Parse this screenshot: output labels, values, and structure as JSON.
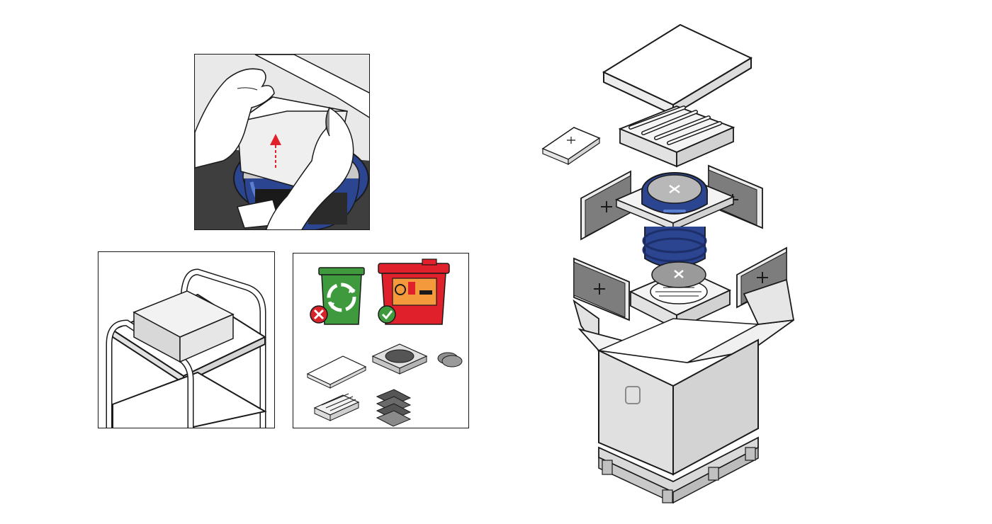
{
  "colors": {
    "outline": "#1a1a1a",
    "container_blue": "#2b4590",
    "container_blue_dark": "#1c2f6b",
    "container_blue_light": "#5b7fd0",
    "recycle_bin_green": "#3f9a3e",
    "biohazard_bin_red": "#e0202a",
    "biohazard_label_orange": "#f59a3c",
    "reject_mark_red": "#d8232a",
    "accept_mark_green": "#3f9a3e",
    "arrow_red": "#e0202a",
    "packing_grey": "#e6e6e6",
    "dark_grey": "#4a4a4a",
    "foam_grey": "#9a9a9a"
  },
  "panels": [
    {
      "id": "hands",
      "icons": [
        "gloved-hand-icon",
        "liner-sheet-icon",
        "lift-arrow-icon"
      ]
    },
    {
      "id": "cart",
      "icons": [
        "trolley-cart-icon",
        "box-icon"
      ]
    },
    {
      "id": "disposal",
      "icons": [
        "recycle-bin-icon",
        "biohazard-bin-icon",
        "cross-mark-icon",
        "check-mark-icon"
      ]
    }
  ],
  "exploded_view": {
    "icons": [
      "lid-panel-icon",
      "foam-insert-icon",
      "side-panel-icon",
      "container-icon",
      "shipping-box-icon",
      "pallet-icon"
    ]
  }
}
